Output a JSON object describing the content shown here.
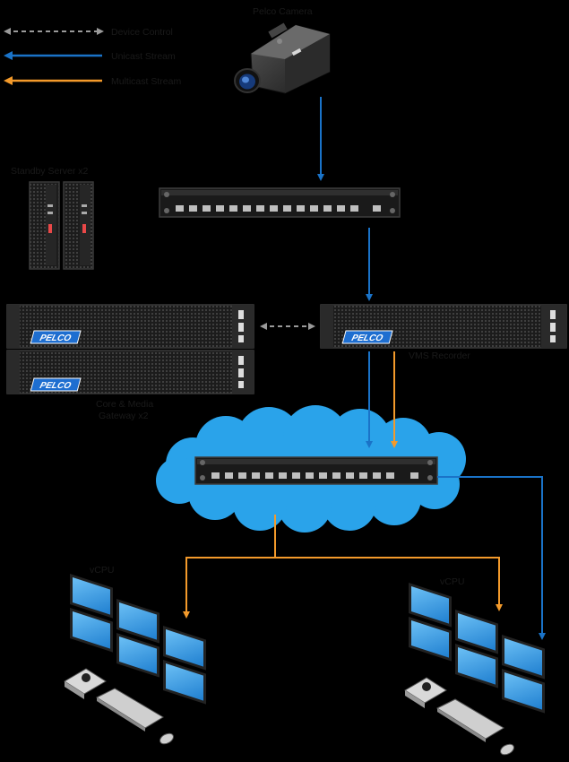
{
  "legend": {
    "items": [
      {
        "label": "Device Control",
        "color": "#9a9a9a",
        "style": "dashed-double"
      },
      {
        "label": "Unicast Stream",
        "color": "#1a73c8",
        "style": "arrow"
      },
      {
        "label": "Multicast Stream",
        "color": "#f39a2b",
        "style": "arrow"
      }
    ]
  },
  "labels": {
    "camera": "Pelco Camera",
    "standby_server": "Standby Server x2",
    "vms_recorder": "VMS Recorder",
    "core_gateway_line1": "Core & Media",
    "core_gateway_line2": "Gateway x2",
    "vcpu_left": "vCPU",
    "vcpu_right": "vCPU",
    "brand": "PELCO"
  },
  "colors": {
    "unicast": "#1a73c8",
    "multicast": "#f39a2b",
    "control": "#9a9a9a",
    "cloud": "#2aa3ea",
    "monitor": "#3b9be2"
  },
  "icons": [
    "camera-icon",
    "switch-icon",
    "tower-server-icon",
    "rack-server-icon",
    "cloud-icon",
    "monitor-wall-icon",
    "keyboard-icon",
    "joystick-icon",
    "mouse-icon"
  ]
}
